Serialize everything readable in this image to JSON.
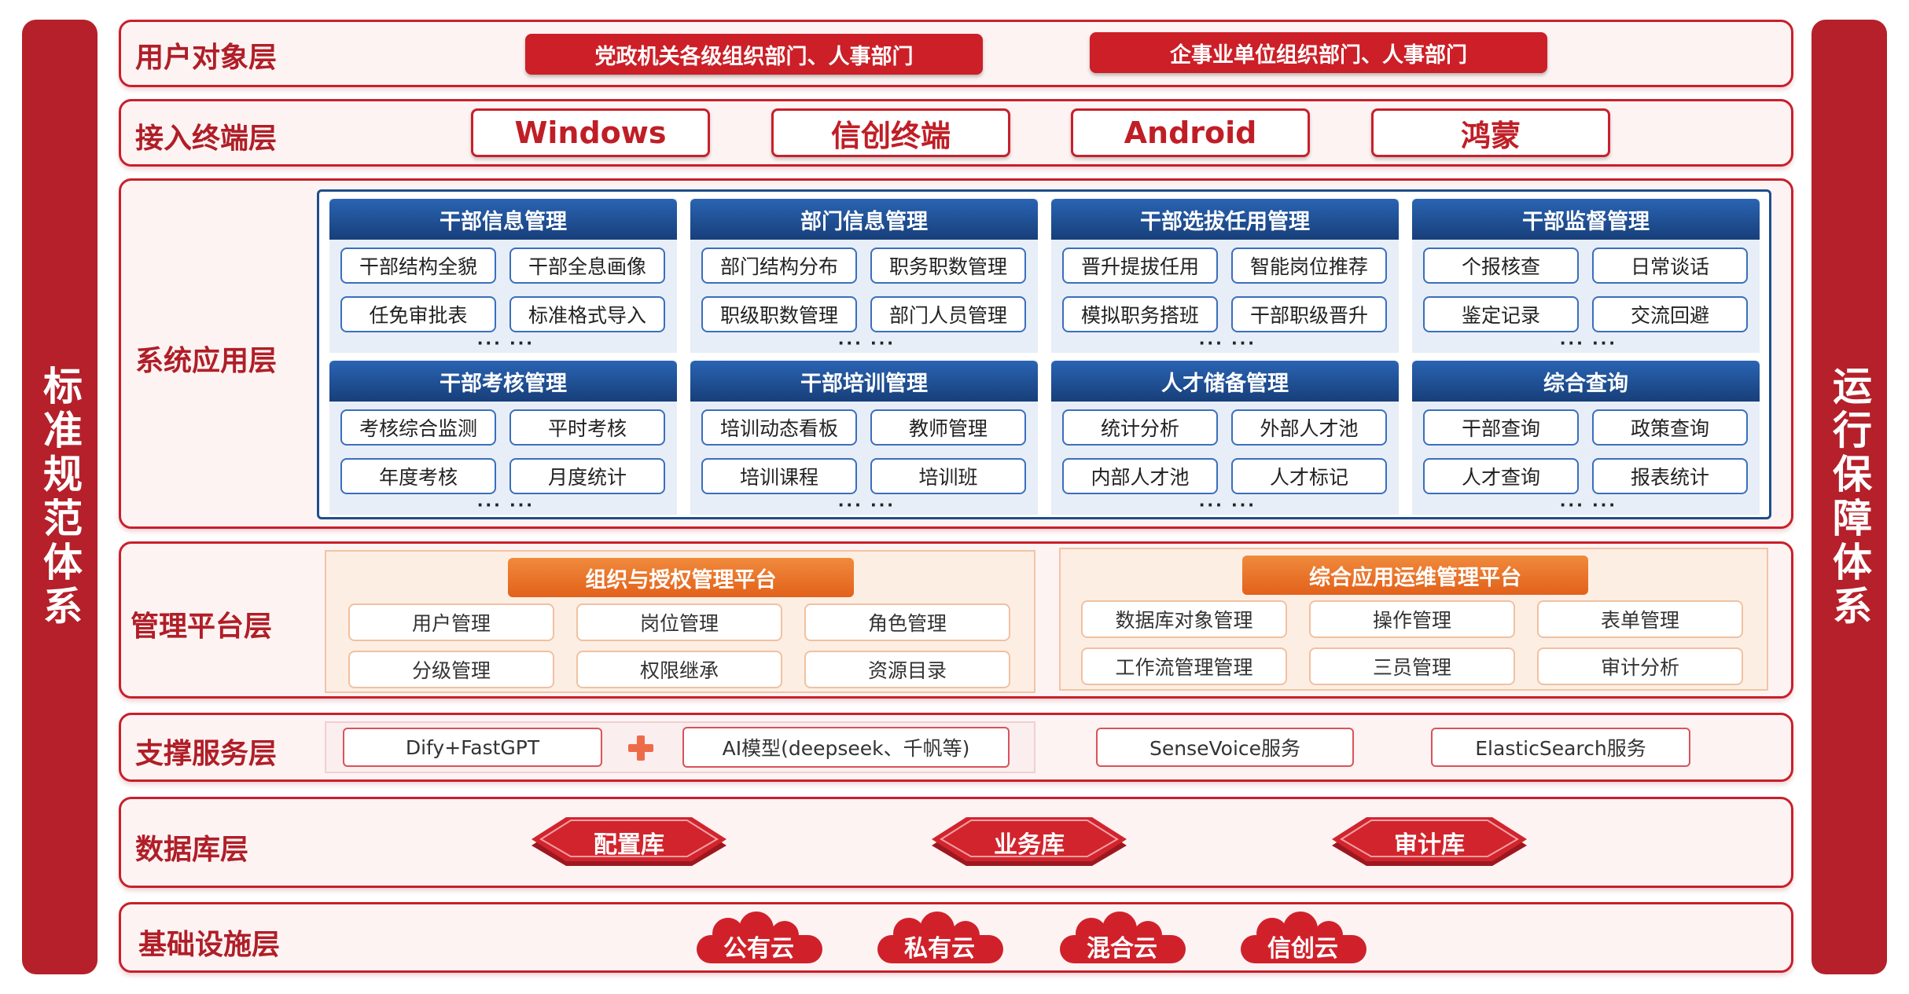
{
  "pillars": {
    "left": "标准规范体系",
    "right": "运行保障体系"
  },
  "layers": {
    "user": {
      "title": "用户对象层",
      "items": [
        "党政机关各级组织部门、人事部门",
        "企事业单位组织部门、人事部门"
      ]
    },
    "terminal": {
      "title": "接入终端层",
      "items": [
        "Windows",
        "信创终端",
        "Android",
        "鸿蒙"
      ]
    },
    "application": {
      "title": "系统应用层",
      "ellipsis": "··· ···",
      "groups": [
        {
          "title": "干部信息管理",
          "items": [
            "干部结构全貌",
            "干部全息画像",
            "任免审批表",
            "标准格式导入"
          ]
        },
        {
          "title": "部门信息管理",
          "items": [
            "部门结构分布",
            "职务职数管理",
            "职级职数管理",
            "部门人员管理"
          ]
        },
        {
          "title": "干部选拔任用管理",
          "items": [
            "晋升提拔任用",
            "智能岗位推荐",
            "模拟职务搭班",
            "干部职级晋升"
          ]
        },
        {
          "title": "干部监督管理",
          "items": [
            "个报核查",
            "日常谈话",
            "鉴定记录",
            "交流回避"
          ]
        },
        {
          "title": "干部考核管理",
          "items": [
            "考核综合监测",
            "平时考核",
            "年度考核",
            "月度统计"
          ]
        },
        {
          "title": "干部培训管理",
          "items": [
            "培训动态看板",
            "教师管理",
            "培训课程",
            "培训班"
          ]
        },
        {
          "title": "人才储备管理",
          "items": [
            "统计分析",
            "外部人才池",
            "内部人才池",
            "人才标记"
          ]
        },
        {
          "title": "综合查询",
          "items": [
            "干部查询",
            "政策查询",
            "人才查询",
            "报表统计"
          ]
        }
      ]
    },
    "platform": {
      "title": "管理平台层",
      "left": {
        "title": "组织与授权管理平台",
        "items": [
          "用户管理",
          "岗位管理",
          "角色管理",
          "分级管理",
          "权限继承",
          "资源目录"
        ]
      },
      "right": {
        "title": "综合应用运维管理平台",
        "items": [
          "数据库对象管理",
          "操作管理",
          "表单管理",
          "工作流管理管理",
          "三员管理",
          "审计分析"
        ]
      }
    },
    "support": {
      "title": "支撑服务层",
      "items": [
        "Dify+FastGPT",
        "AI模型(deepseek、千帆等)",
        "SenseVoice服务",
        "ElasticSearch服务"
      ]
    },
    "database": {
      "title": "数据库层",
      "items": [
        "配置库",
        "业务库",
        "审计库"
      ]
    },
    "infra": {
      "title": "基础设施层",
      "items": [
        "公有云",
        "私有云",
        "混合云",
        "信创云"
      ]
    }
  },
  "colors": {
    "primary_red": "#c8202b",
    "pillar_red": "#b5202a",
    "blue": "#1f4e8c",
    "orange": "#e86a22"
  }
}
